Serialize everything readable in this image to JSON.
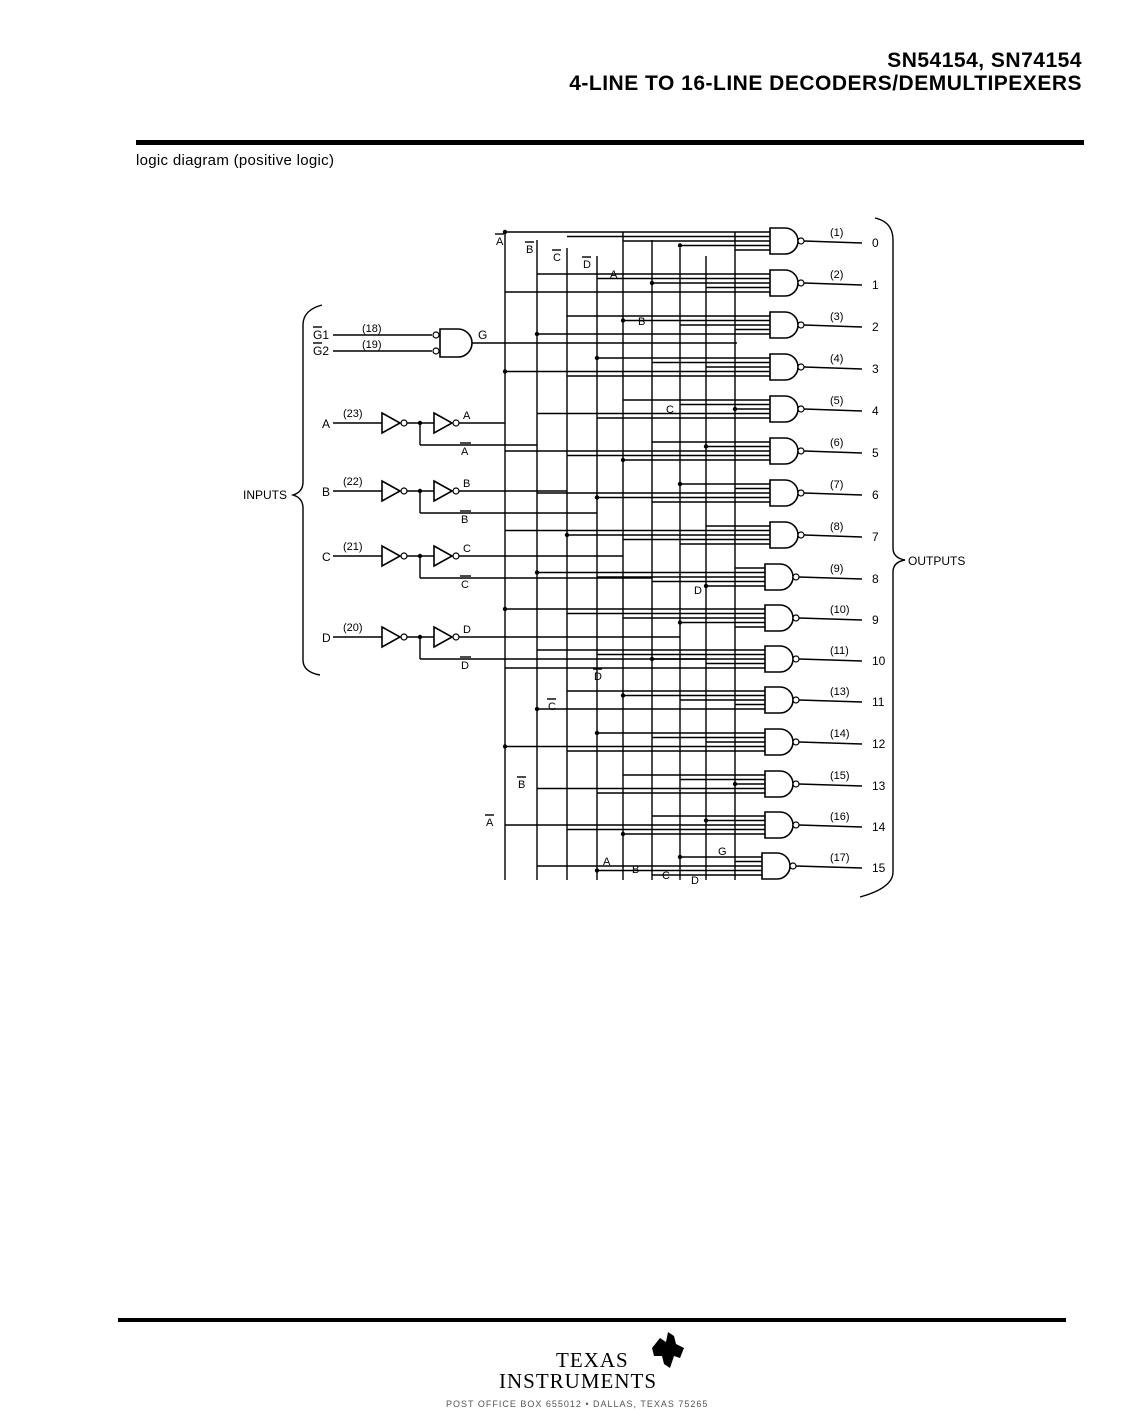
{
  "header": {
    "part_numbers": "SN54154, SN74154",
    "title": "4-LINE TO 16-LINE DECODERS/DEMULTIPEXERS"
  },
  "caption": "logic diagram (positive logic)",
  "diagram": {
    "inputs_label": "INPUTS",
    "outputs_label": "OUTPUTS",
    "enable_inputs": [
      {
        "name": "G1",
        "pin": "(18)"
      },
      {
        "name": "G2",
        "pin": "(19)"
      }
    ],
    "enable_gate_output": "G",
    "data_inputs": [
      {
        "name": "A",
        "pin": "(23)",
        "true_label": "A",
        "comp_label": "A"
      },
      {
        "name": "B",
        "pin": "(22)",
        "true_label": "B",
        "comp_label": "B"
      },
      {
        "name": "C",
        "pin": "(21)",
        "true_label": "C",
        "comp_label": "C"
      },
      {
        "name": "D",
        "pin": "(20)",
        "true_label": "D",
        "comp_label": "D"
      }
    ],
    "top_bus_labels": [
      "A",
      "B",
      "C",
      "D",
      "A",
      "B",
      "C"
    ],
    "side_labels": [
      "D",
      "D",
      "C",
      "B",
      "A",
      "A",
      "B",
      "C",
      "D",
      "G"
    ],
    "outputs": [
      {
        "pin": "(1)",
        "num": "0"
      },
      {
        "pin": "(2)",
        "num": "1"
      },
      {
        "pin": "(3)",
        "num": "2"
      },
      {
        "pin": "(4)",
        "num": "3"
      },
      {
        "pin": "(5)",
        "num": "4"
      },
      {
        "pin": "(6)",
        "num": "5"
      },
      {
        "pin": "(7)",
        "num": "6"
      },
      {
        "pin": "(8)",
        "num": "7"
      },
      {
        "pin": "(9)",
        "num": "8"
      },
      {
        "pin": "(10)",
        "num": "9"
      },
      {
        "pin": "(11)",
        "num": "10"
      },
      {
        "pin": "(13)",
        "num": "11"
      },
      {
        "pin": "(14)",
        "num": "12"
      },
      {
        "pin": "(15)",
        "num": "13"
      },
      {
        "pin": "(16)",
        "num": "14"
      },
      {
        "pin": "(17)",
        "num": "15"
      }
    ]
  },
  "footer": {
    "logo_line1": "TEXAS",
    "logo_line2": "INSTRUMENTS",
    "address": "POST OFFICE BOX 655012 • DALLAS, TEXAS 75265"
  }
}
